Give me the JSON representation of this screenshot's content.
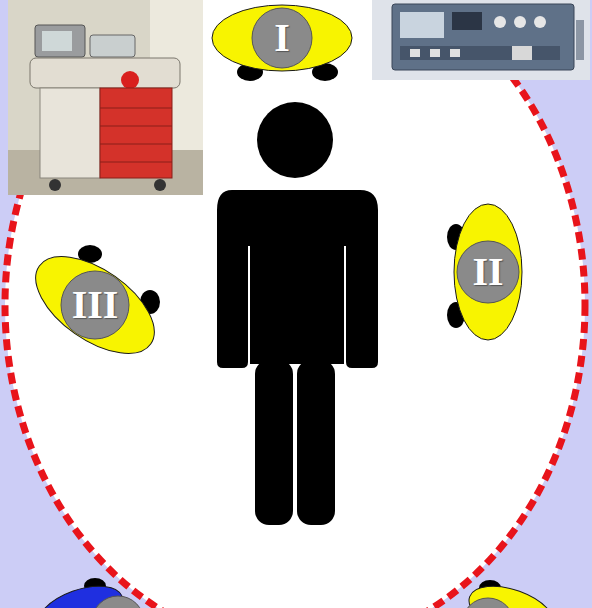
{
  "diagram": {
    "nodes": [
      {
        "text": [
          "I"
        ]
      },
      {
        "text": [
          "II"
        ]
      },
      {
        "text": [
          "III"
        ]
      }
    ]
  }
}
